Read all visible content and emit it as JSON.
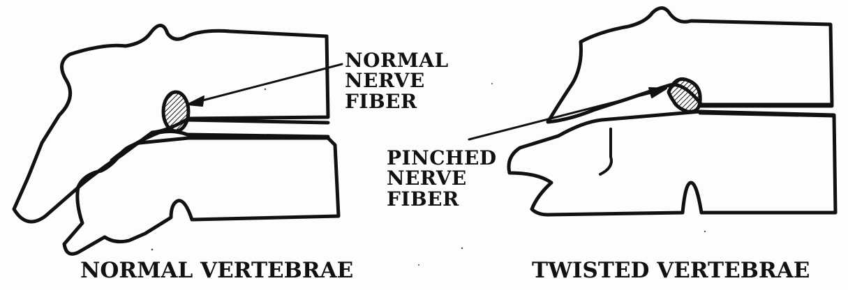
{
  "callouts": {
    "normal_nerve": [
      "NORMAL",
      "NERVE",
      "FIBER"
    ],
    "pinched_nerve": [
      "PINCHED",
      "NERVE",
      "FIBER"
    ]
  },
  "captions": {
    "normal": "NORMAL VERTEBRAE",
    "twisted": "TWISTED VERTEBRAE"
  },
  "colors": {
    "ink": "#111111",
    "paper": "#fdfdfb"
  }
}
